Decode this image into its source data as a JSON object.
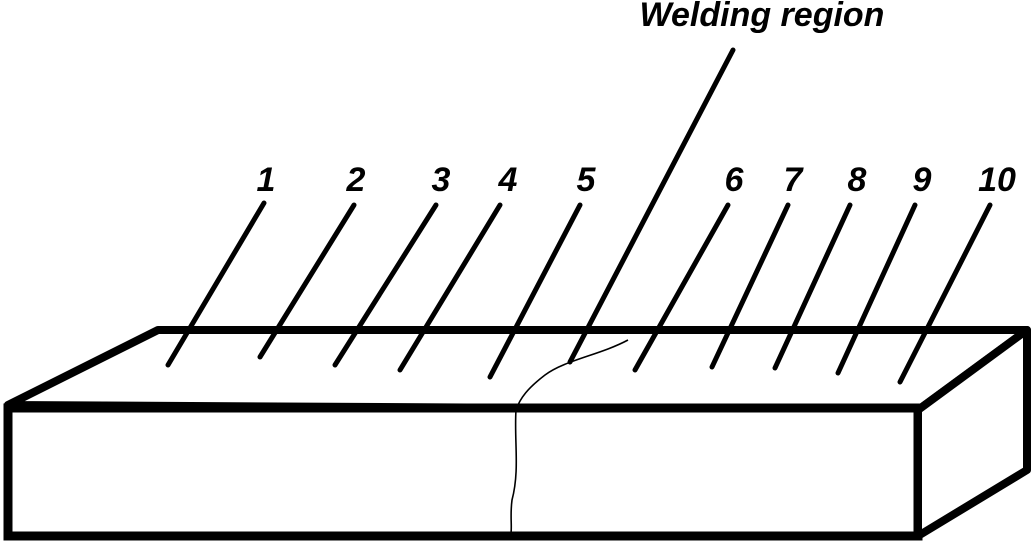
{
  "title": "Welding region",
  "points": [
    "1",
    "2",
    "3",
    "4",
    "5",
    "6",
    "7",
    "8",
    "9",
    "10"
  ],
  "colors": {
    "ink": "#000000",
    "paper": "#ffffff"
  }
}
